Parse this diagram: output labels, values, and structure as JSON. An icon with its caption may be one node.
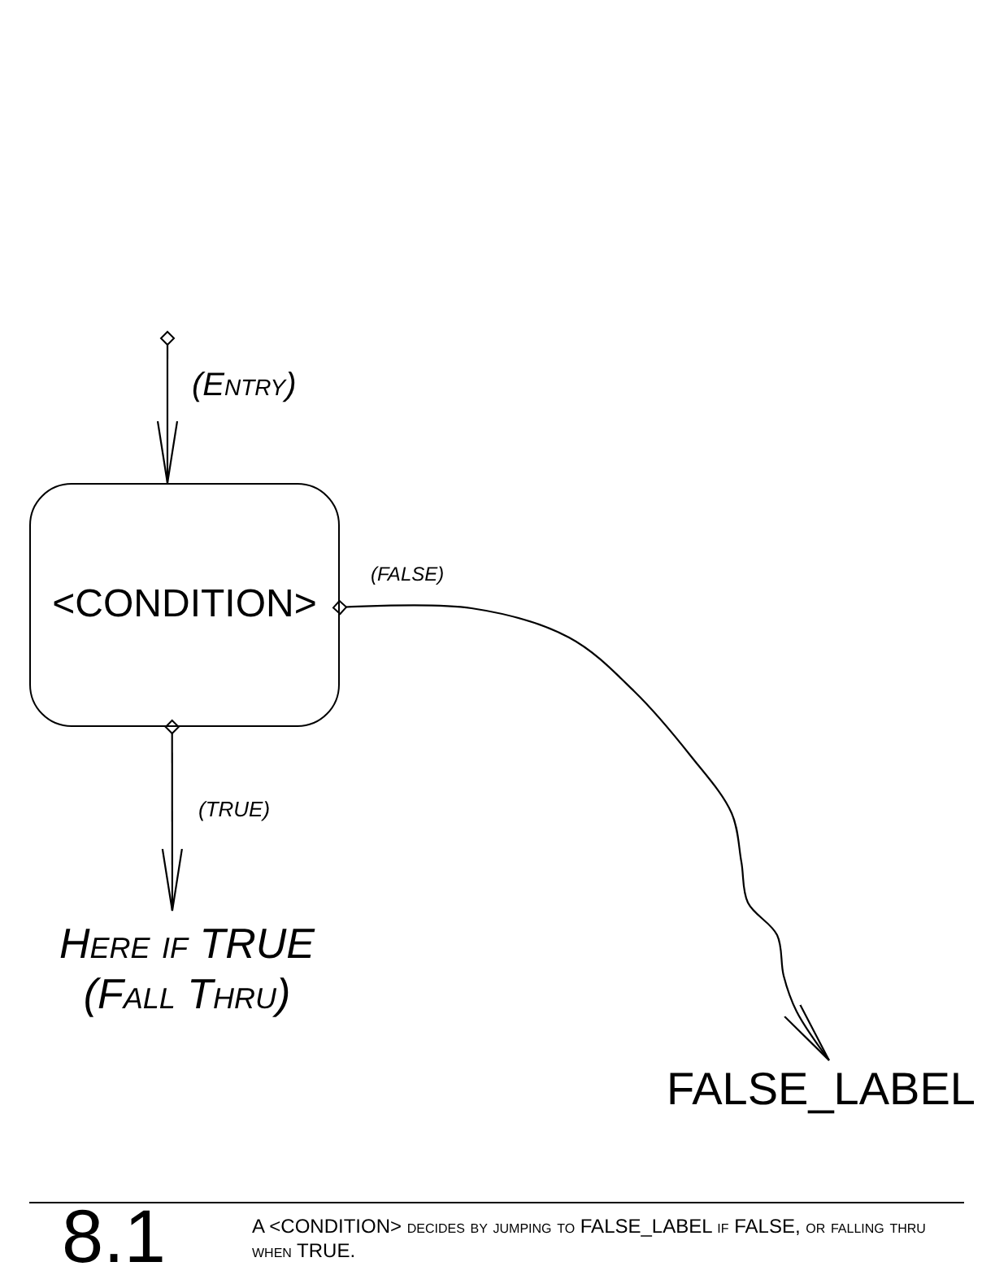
{
  "diagram": {
    "caption": "A <CONDITION> decides by jumping to FALSE_LABEL if FALSE, or falling thru when TRUE.",
    "nodes": [
      {
        "text": [
          "<CONDITION>"
        ]
      },
      {
        "text": [
          "Here if TRUE",
          "(Fall Thru)"
        ]
      },
      {
        "text": [
          "FALSE_LABEL"
        ]
      }
    ],
    "edges": [
      {
        "from": null,
        "to": 0,
        "arrow": "to",
        "label": "(Entry)"
      },
      {
        "from": 0,
        "to": 1,
        "arrow": "to",
        "label": "(TRUE)"
      },
      {
        "from": 0,
        "to": 2,
        "arrow": "to",
        "label": "(FALSE)"
      }
    ],
    "labels": [
      "8.1"
    ]
  }
}
